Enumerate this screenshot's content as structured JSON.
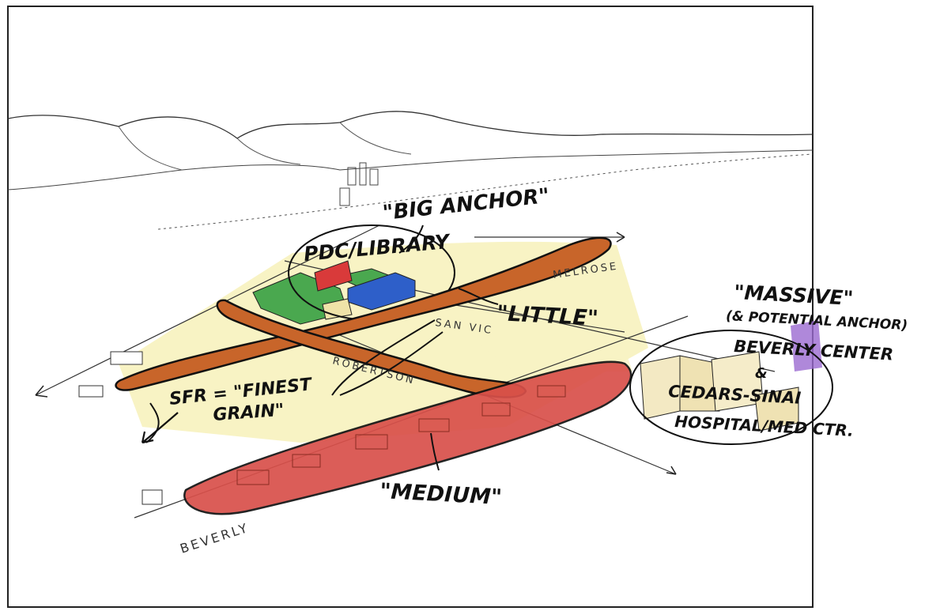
{
  "labels": {
    "big_anchor": "\"BIG ANCHOR\"",
    "pdc_library": "PDC/LIBRARY",
    "little": "\"LITTLE\"",
    "massive": "\"MASSIVE\"",
    "potential_anchor": "(& POTENTIAL ANCHOR)",
    "beverly_center": "BEVERLY CENTER",
    "ampersand": "&",
    "cedars_sinai": "CEDARS-SINAI",
    "hospital": "HOSPITAL/MED CTR.",
    "sfr": "SFR = \"FINEST",
    "grain": "GRAIN\"",
    "medium": "\"MEDIUM\""
  },
  "streets": {
    "melrose": "MELROSE",
    "san_vicente": "SAN VIC",
    "robertson": "ROBERTSON",
    "beverly": "BEVERLY"
  },
  "colors": {
    "orange_corridor": "#c8652a",
    "red_corridor": "#d9504a",
    "yellow_wash": "#f6efb0",
    "green_block": "#4aa84f",
    "blue_block": "#2e5fc9",
    "red_block": "#d93a3a",
    "purple_wash": "#9b6ad1",
    "ink": "#111111"
  }
}
